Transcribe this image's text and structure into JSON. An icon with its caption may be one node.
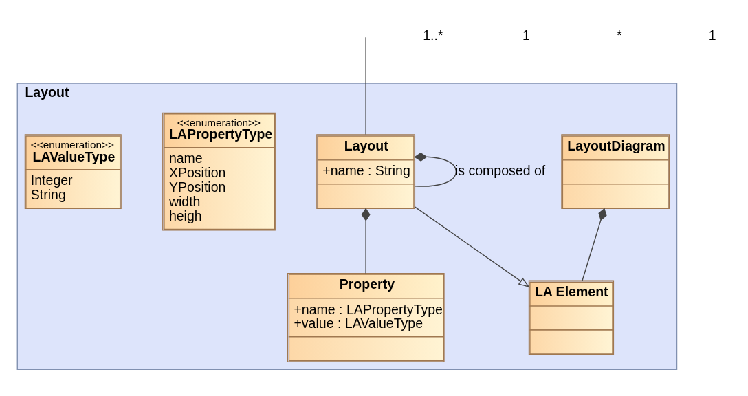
{
  "diagram": {
    "nodes": [
      {
        "text": [
          "Layout"
        ]
      },
      {
        "text": [
          "LayoutDiagram"
        ],
        "in": 0
      },
      {
        "text": [
          "LA Element"
        ],
        "in": 0
      },
      {
        "text": [
          "Property",
          "+name : LAPropertyType",
          "+value : LAValueType"
        ],
        "in": 0
      },
      {
        "text": [
          "Layout",
          "+name : String"
        ],
        "in": 0
      },
      {
        "text": [
          "<<enumeration>>",
          "LAPropertyType",
          "name",
          "XPosition",
          "YPosition",
          "width",
          "heigh"
        ],
        "in": 0
      },
      {
        "text": [
          "<<enumeration>>",
          "LAValueType",
          "Integer",
          "String"
        ],
        "in": 0
      }
    ],
    "edges": [
      {
        "from": 1,
        "to": 2,
        "arrow": "other"
      },
      {
        "from": 4,
        "to": 2,
        "arrow": "to"
      },
      {
        "from": 4,
        "to": 3,
        "arrow": "other"
      },
      {
        "from": 4,
        "to": 4,
        "arrow": "other",
        "label": "is composed of"
      },
      {
        "from": null,
        "to": 4,
        "arrow": "none"
      }
    ],
    "labels": [
      "1..*",
      "1",
      "*",
      "1"
    ]
  }
}
